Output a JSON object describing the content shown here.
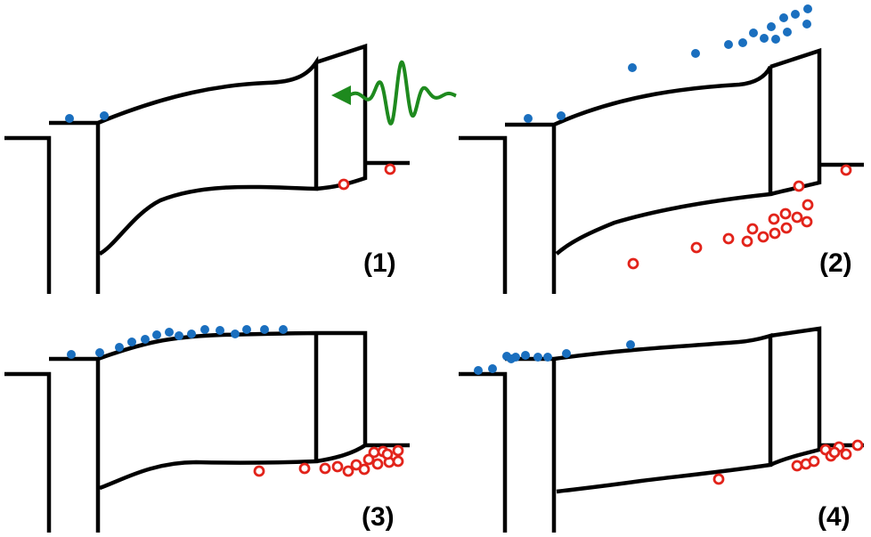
{
  "colors": {
    "electron": "#1a6fbf",
    "hole": "#e2231a",
    "pulse": "#1e8a1e",
    "band_edge": "#000000"
  },
  "panels": [
    {
      "id": "1",
      "label": "(1)",
      "electrons": 2,
      "holes": 2,
      "incident_light_pulse": true
    },
    {
      "id": "2",
      "label": "(2)",
      "electrons": 15,
      "holes": 15,
      "incident_light_pulse": false
    },
    {
      "id": "3",
      "label": "(3)",
      "electrons": 15,
      "holes": 15,
      "incident_light_pulse": false
    },
    {
      "id": "4",
      "label": "(4)",
      "electrons": 10,
      "holes": 10,
      "incident_light_pulse": false
    }
  ]
}
